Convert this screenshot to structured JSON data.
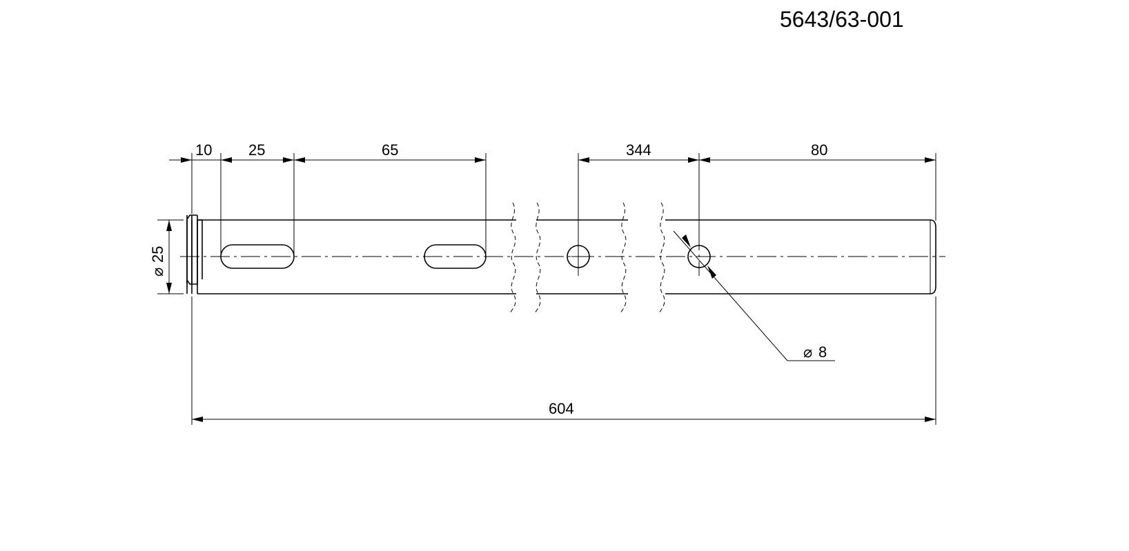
{
  "title_block": {
    "part_number": "5643/63-001"
  },
  "dimensions": {
    "groove_offset": "10",
    "first_slot_length": "25",
    "slot_spacing": "65",
    "hole_spacing": "344",
    "end_offset": "80",
    "overall_length": "604",
    "shaft_diameter_symbol": "⌀",
    "shaft_diameter": "25",
    "hole_diameter_symbol": "⌀",
    "hole_diameter": "8"
  }
}
